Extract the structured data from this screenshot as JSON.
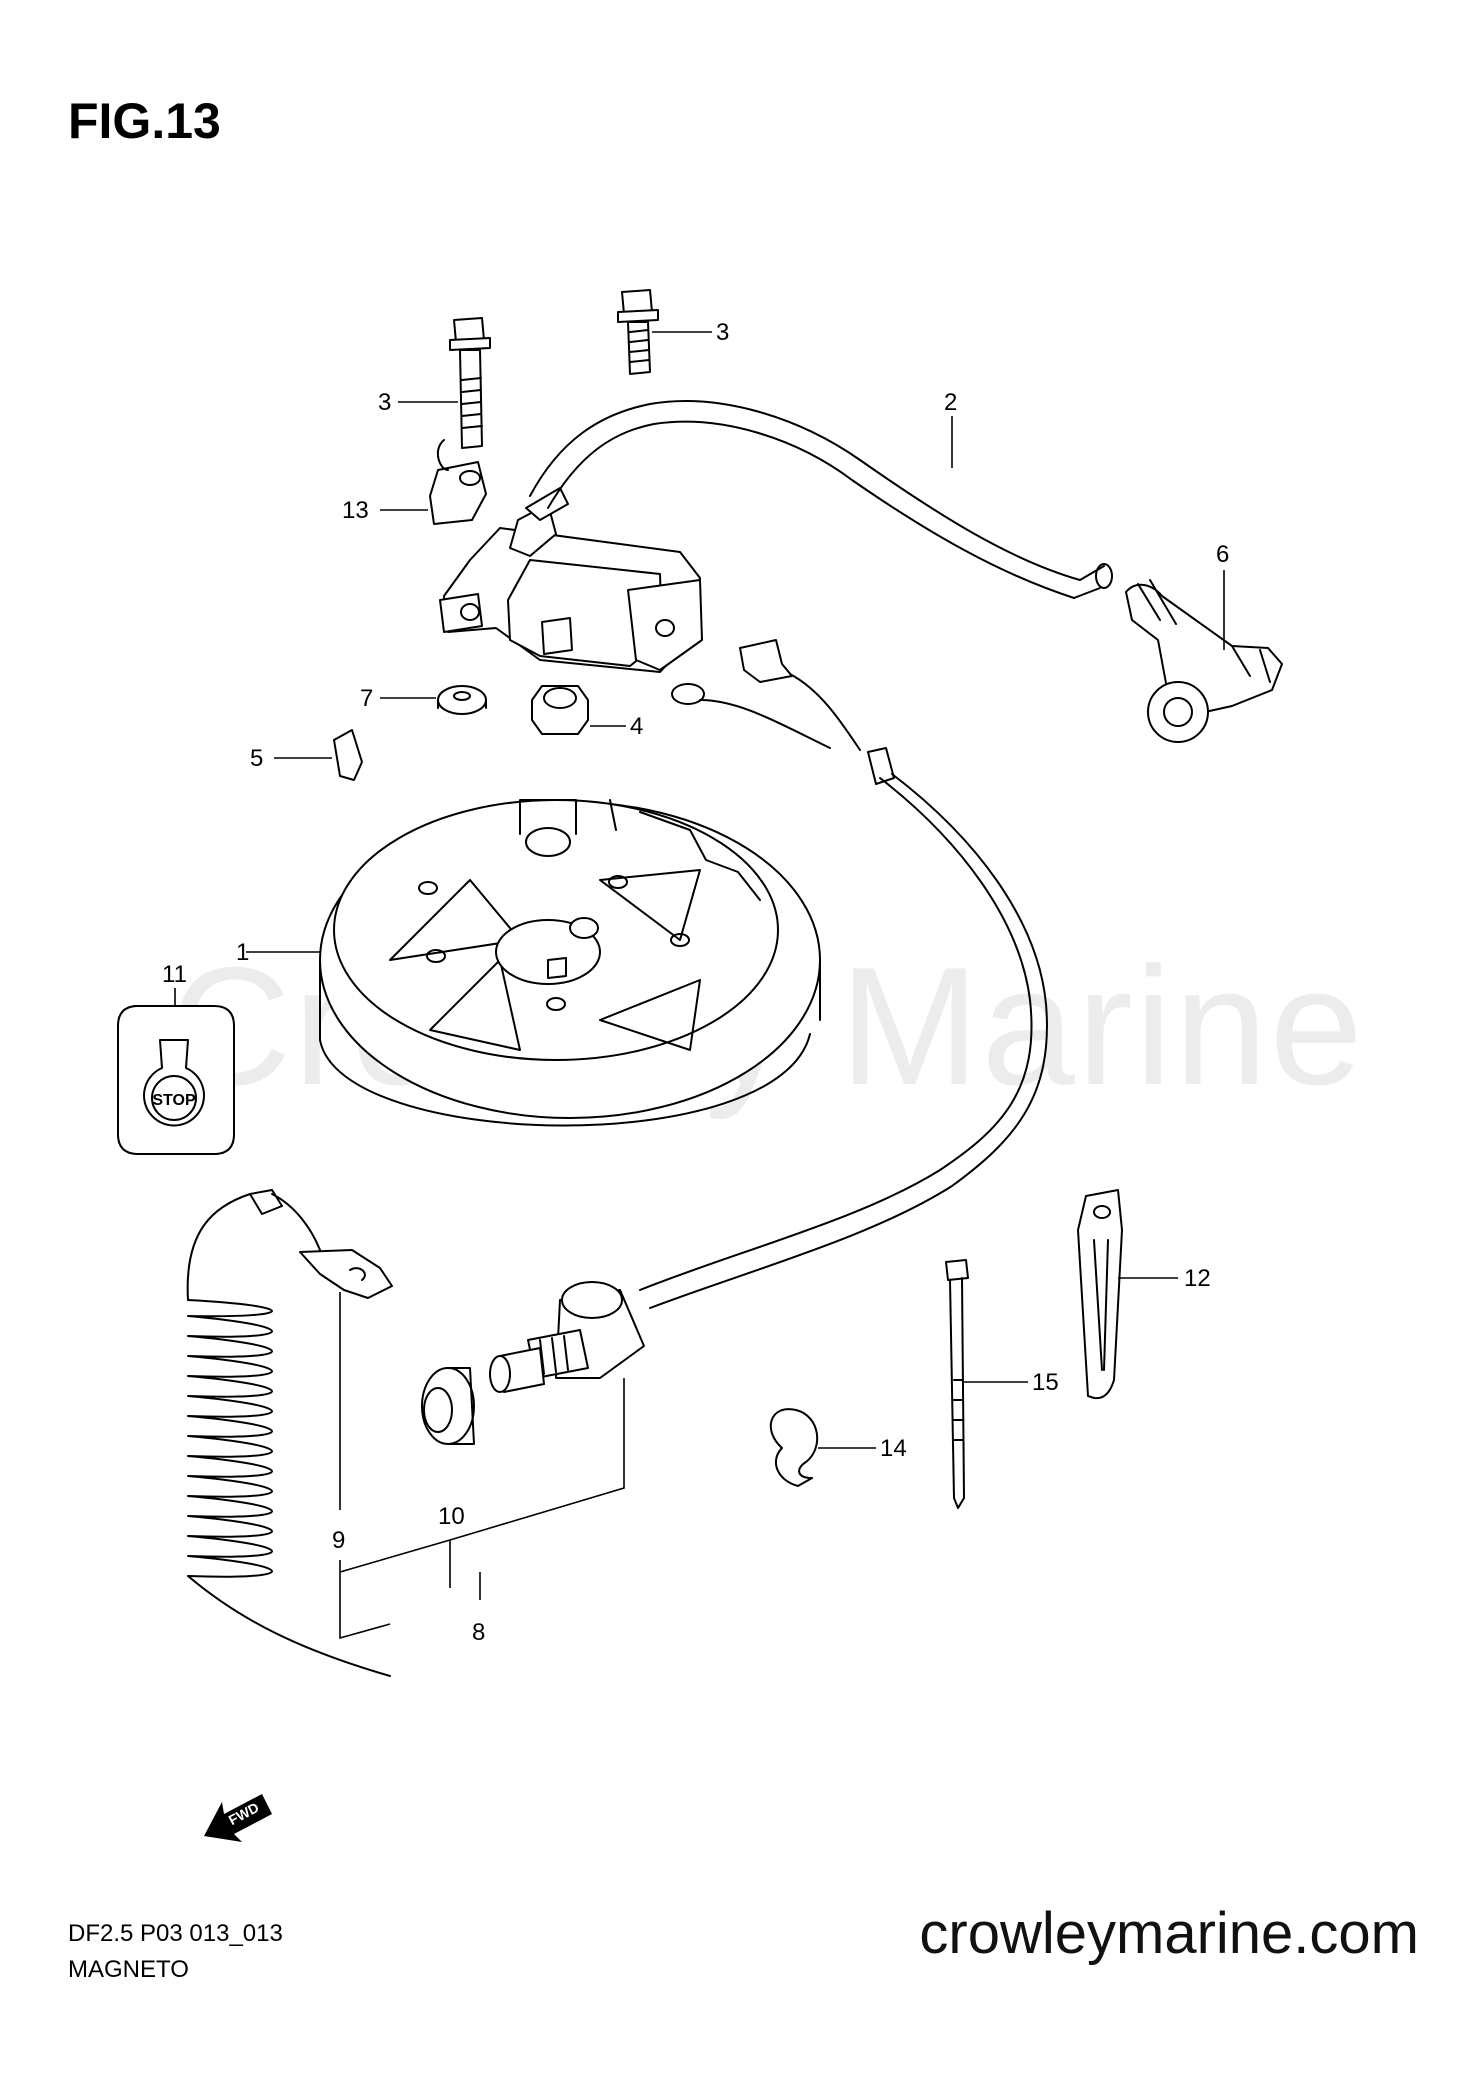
{
  "figure": {
    "title": "FIG.13"
  },
  "watermark": "Crowley Marine",
  "footer": {
    "model_code": "DF2.5 P03 013_013",
    "section_name": "MAGNETO"
  },
  "website": "crowleymarine.com",
  "stop_button_text": "STOP",
  "fwd_arrow_text": "FWD",
  "part_callouts": {
    "flywheel": "1",
    "high_tension_cord": "2",
    "bolt_upper": "3",
    "bolt_left": "3",
    "nut": "4",
    "key": "5",
    "plug_cap": "6",
    "washer": "7",
    "stop_switch_assy": "8",
    "lanyard": "9",
    "switch_nut": "10",
    "stop_plate": "11",
    "clip": "12",
    "clamp": "13",
    "clip_ring": "14",
    "cable_tie": "15"
  }
}
